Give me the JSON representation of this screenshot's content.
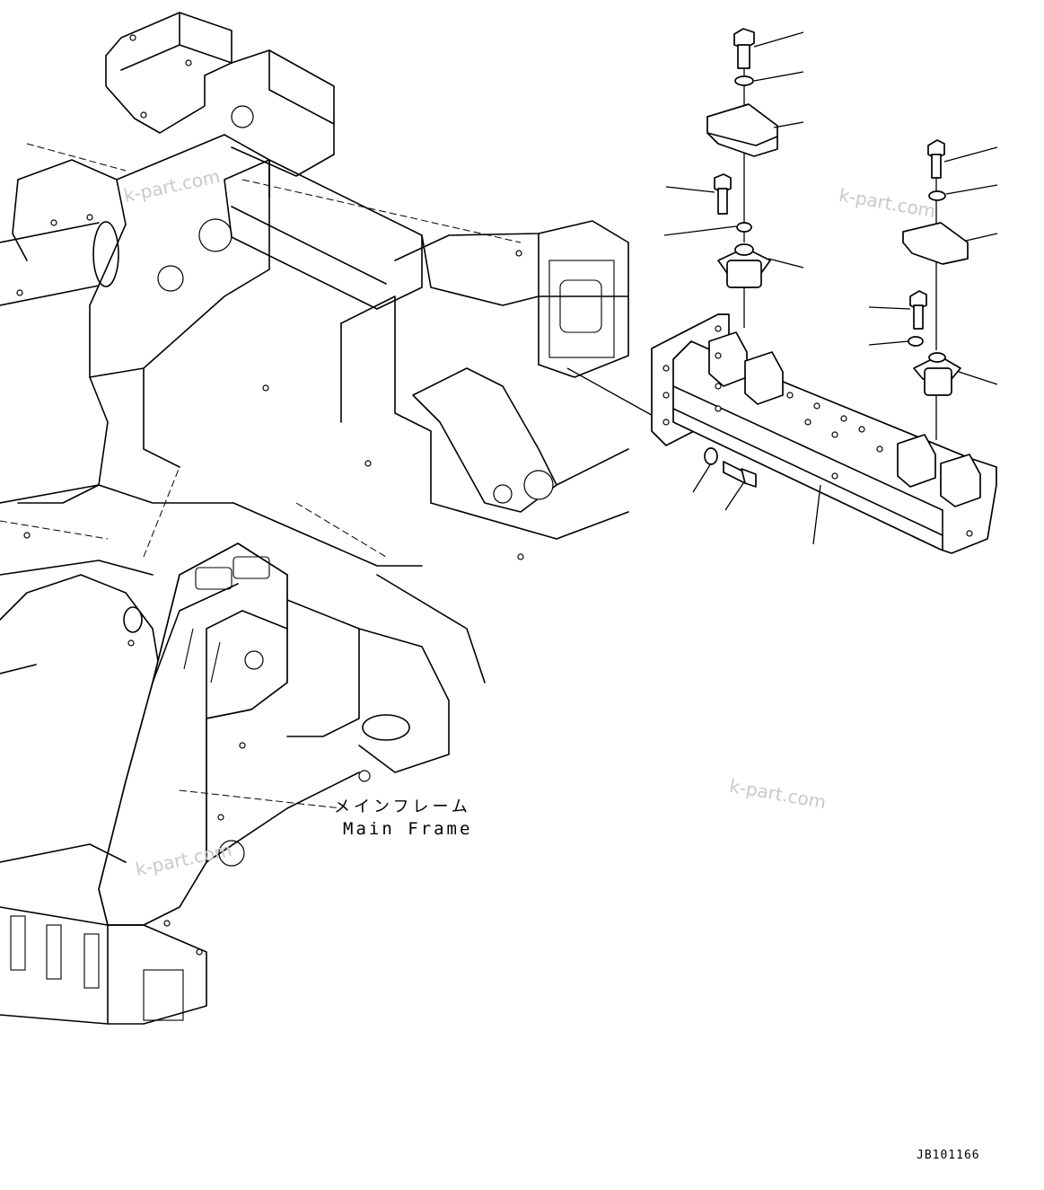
{
  "diagram": {
    "part_label_ja": "メインフレーム",
    "part_label_en": "Main Frame",
    "document_id": "JB101166",
    "watermarks": [
      "k-part.com",
      "k-part.com",
      "k-part.com",
      "k-part.com"
    ]
  },
  "colors": {
    "line": "#000000",
    "background": "#ffffff",
    "watermark": "#c9c9c9"
  }
}
